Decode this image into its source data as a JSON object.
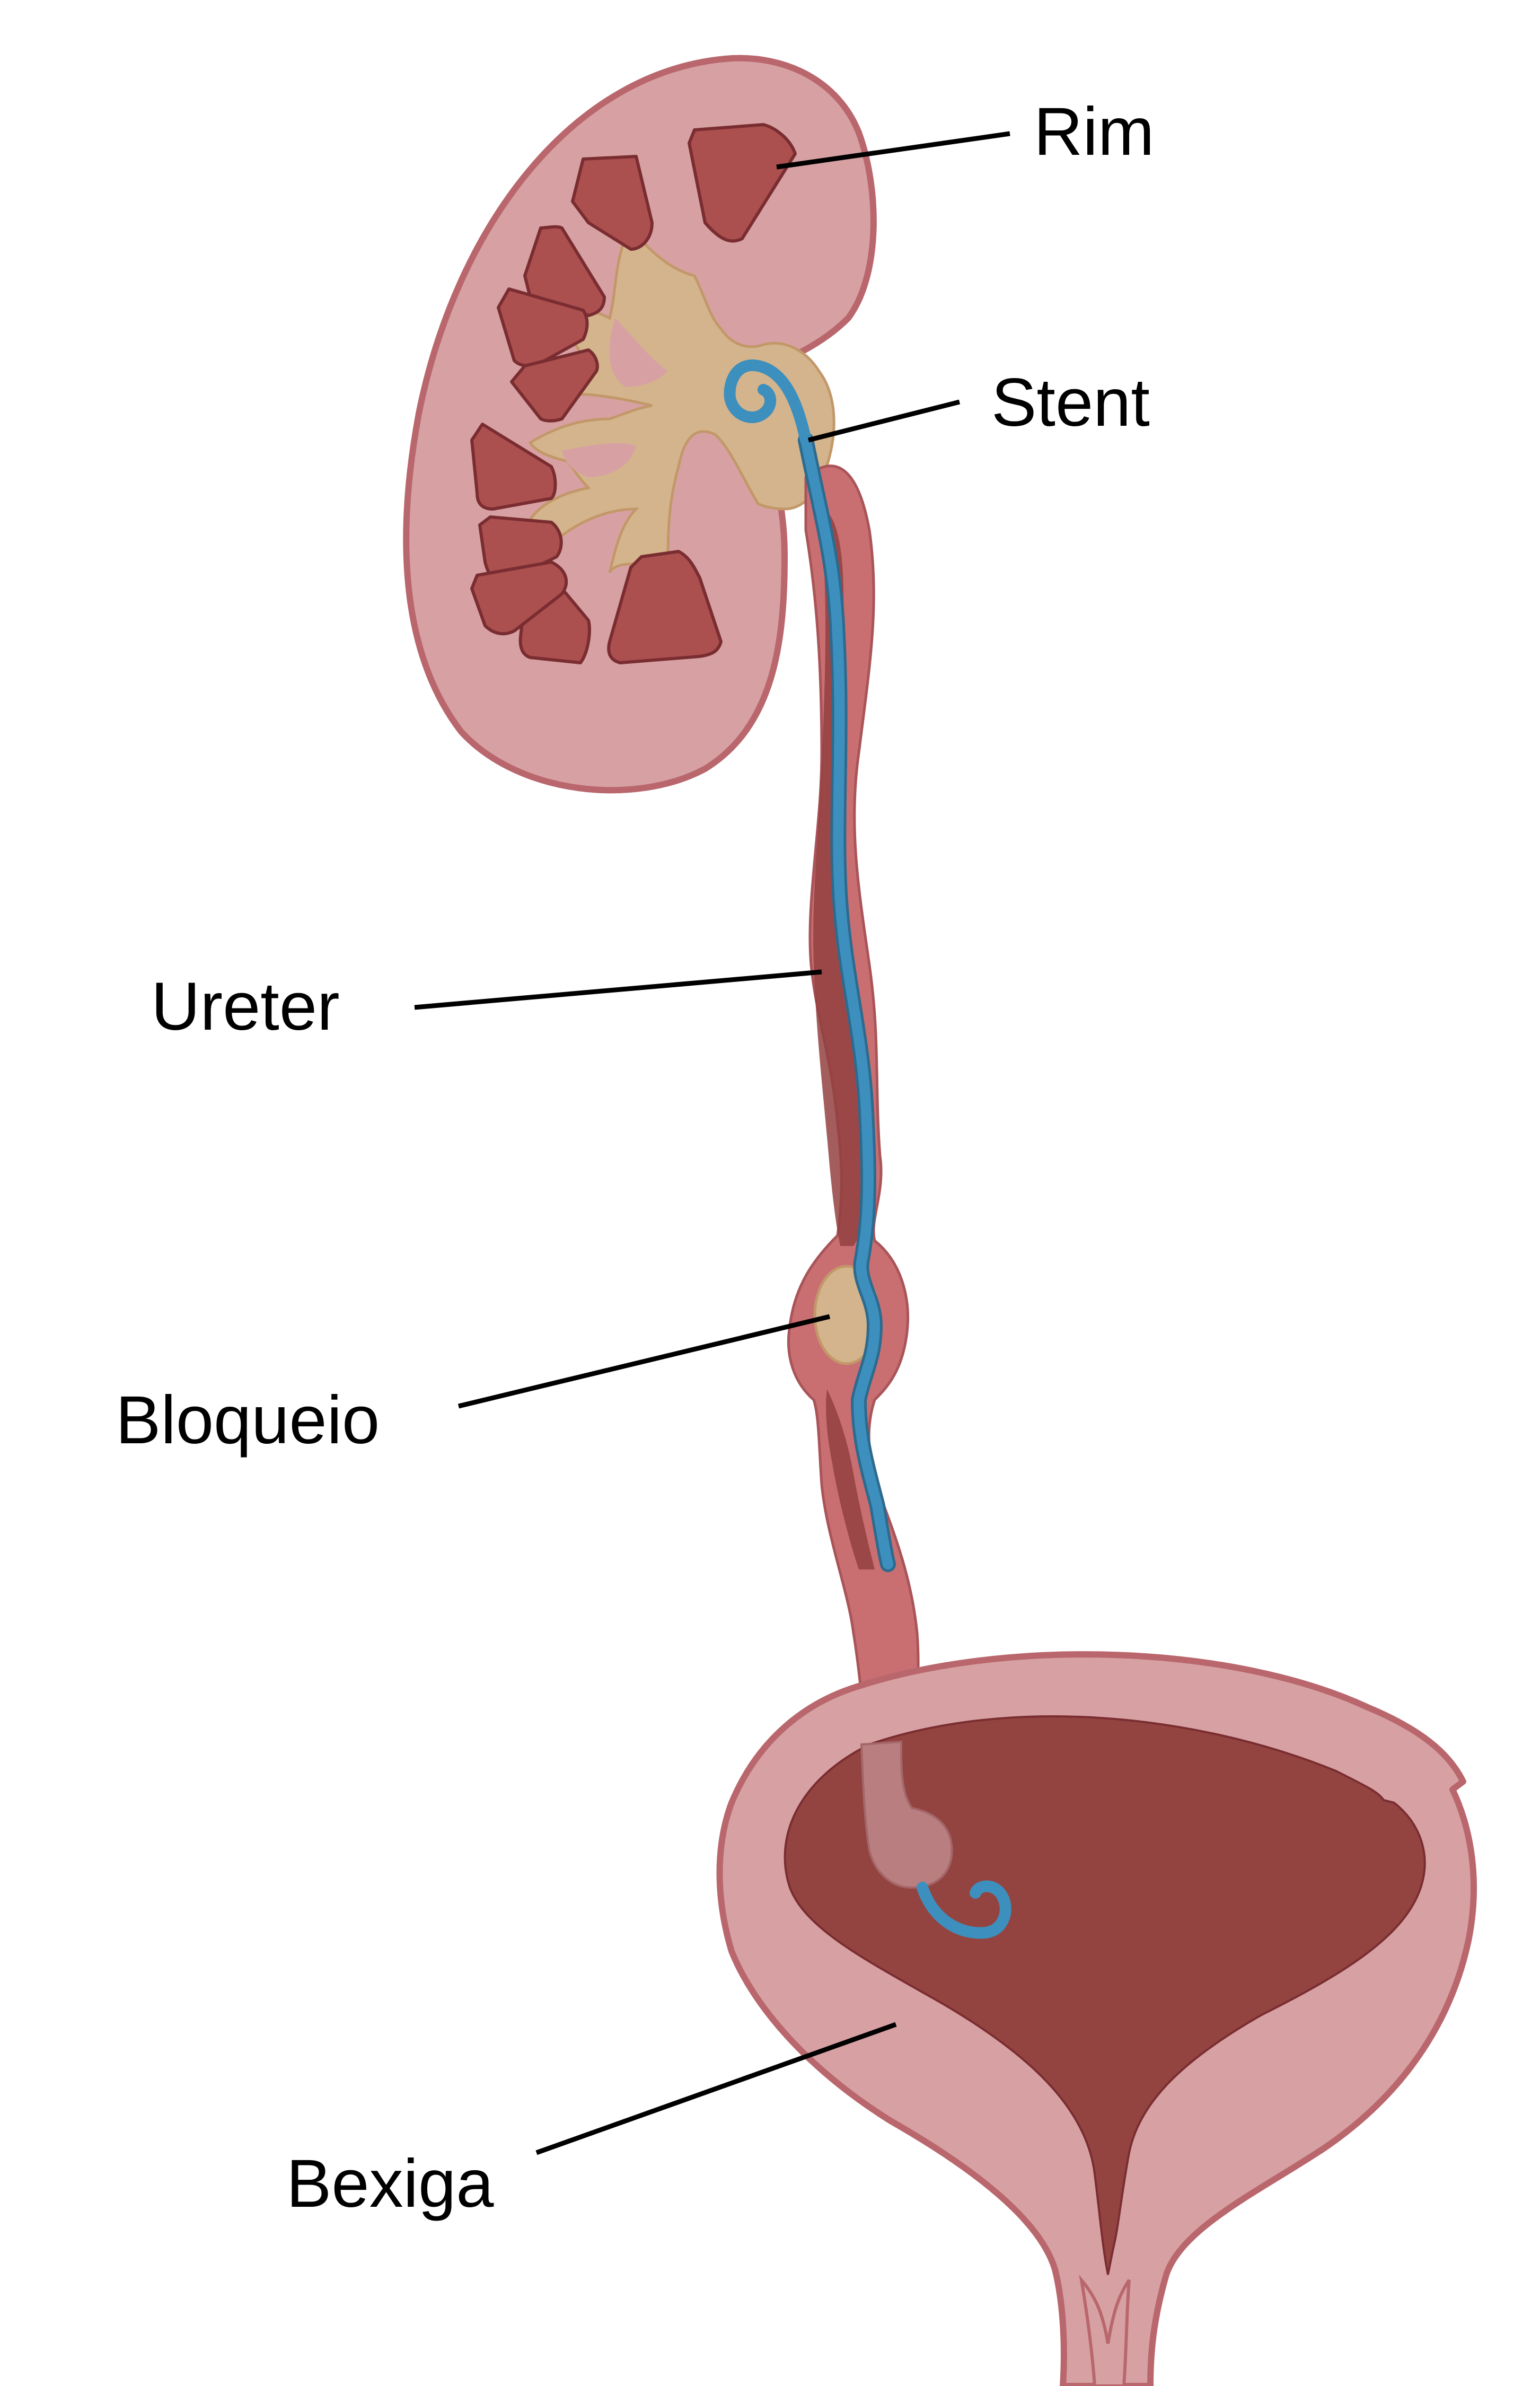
{
  "labels": {
    "rim": "Rim",
    "stent": "Stent",
    "ureter": "Ureter",
    "bloqueio": "Bloqueio",
    "bexiga": "Bexiga"
  },
  "colors": {
    "background": "#ffffff",
    "tissue_light": "#d7a1a3",
    "tissue_outline": "#b9676d",
    "ureter_wall": "#c96f72",
    "ureter_lumen": "#93413f",
    "pyramid": "#ac4f4f",
    "pyramid_outline": "#7a2d31",
    "pelvis": "#d4b48c",
    "pelvis_outline": "#c29869",
    "stent": "#3d8fbd",
    "bladder_cavity": "#934440",
    "label_text": "#000000"
  }
}
